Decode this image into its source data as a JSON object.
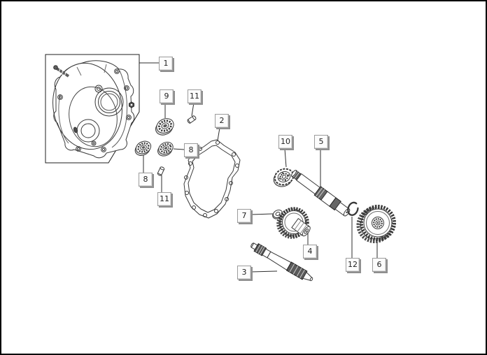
{
  "page": {
    "background": "#ffffff",
    "frame_color": "#000000"
  },
  "diagram": {
    "type": "exploded-parts-diagram",
    "line_color": "#383838",
    "dark_fill": "#5a5a5a",
    "label_face": "#fcfcfc",
    "label_border": "#9c9c9c",
    "label_shadow": "#8f8f8f",
    "labels": [
      {
        "text": "1"
      },
      {
        "text": "9"
      },
      {
        "text": "11"
      },
      {
        "text": "2"
      },
      {
        "text": "8"
      },
      {
        "text": "8"
      },
      {
        "text": "11"
      },
      {
        "text": "10"
      },
      {
        "text": "5"
      },
      {
        "text": "7"
      },
      {
        "text": "4"
      },
      {
        "text": "3"
      },
      {
        "text": "12"
      },
      {
        "text": "6"
      }
    ]
  }
}
